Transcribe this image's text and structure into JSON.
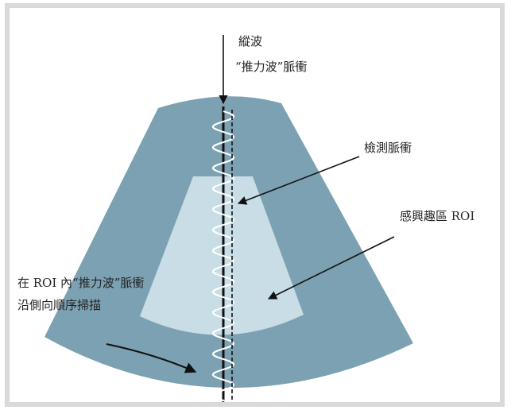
{
  "labels": {
    "push_pulse_line1": "縱波",
    "push_pulse_line2": "“推力波”脈衝",
    "detection_pulse": "檢測脈衝",
    "roi": "感興趣區 ROI",
    "scan_line1": "在 ROI 內“推力波”脈衝",
    "scan_line2": "沿側向順序掃描"
  },
  "colors": {
    "sector_fill": "#7ba1b2",
    "roi_fill": "#c8dde5",
    "wave_stroke": "#ffffff",
    "line_stroke": "#111111",
    "frame_border": "#d9d9d9"
  },
  "icons": {
    "push_arrow": "down-arrow-icon",
    "scan_arrow": "curved-arrow-icon"
  }
}
